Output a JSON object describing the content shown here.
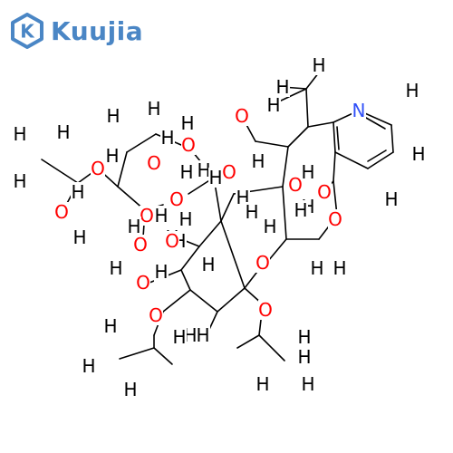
{
  "brand": {
    "name": "Kuujia",
    "mark_letter": "K",
    "color": "#4a86c5"
  },
  "colors": {
    "bond": "#000000",
    "hydrogen": "#000000",
    "oxygen": "#ff0000",
    "nitrogen": "#3050f8",
    "background": "#ffffff"
  },
  "molecule": {
    "atoms": [
      {
        "id": "H1",
        "label": "H",
        "element": "H"
      },
      {
        "id": "H2",
        "label": "H",
        "element": "H"
      },
      {
        "id": "H3",
        "label": "H",
        "element": "H"
      },
      {
        "id": "H4",
        "label": "H",
        "element": "H"
      },
      {
        "id": "N1",
        "label": "N",
        "element": "N"
      },
      {
        "id": "H5",
        "label": "H",
        "element": "H"
      },
      {
        "id": "O1",
        "label": "O",
        "element": "O"
      },
      {
        "id": "H6",
        "label": "H",
        "element": "H"
      },
      {
        "id": "H7",
        "label": "H",
        "element": "H"
      },
      {
        "id": "O2",
        "label": "O",
        "element": "O"
      },
      {
        "id": "H8",
        "label": "H",
        "element": "H"
      },
      {
        "id": "H9",
        "label": "H",
        "element": "H"
      },
      {
        "id": "H10",
        "label": "H",
        "element": "H"
      },
      {
        "id": "H11",
        "label": "H",
        "element": "H"
      },
      {
        "id": "O3",
        "label": "O",
        "element": "O"
      },
      {
        "id": "H12",
        "label": "H",
        "element": "H"
      },
      {
        "id": "O4",
        "label": "O",
        "element": "O"
      },
      {
        "id": "H13",
        "label": "H",
        "element": "H"
      },
      {
        "id": "H14",
        "label": "H",
        "element": "H"
      },
      {
        "id": "O5",
        "label": "O",
        "element": "O"
      },
      {
        "id": "H15",
        "label": "H",
        "element": "H"
      },
      {
        "id": "O6",
        "label": "O",
        "element": "O"
      },
      {
        "id": "H16",
        "label": "H",
        "element": "H"
      },
      {
        "id": "O7",
        "label": "O",
        "element": "O"
      },
      {
        "id": "H17",
        "label": "H",
        "element": "H"
      },
      {
        "id": "H18",
        "label": "H",
        "element": "H"
      },
      {
        "id": "H19",
        "label": "H",
        "element": "H"
      },
      {
        "id": "H20",
        "label": "H",
        "element": "H"
      },
      {
        "id": "O8",
        "label": "O",
        "element": "O"
      },
      {
        "id": "O9",
        "label": "O",
        "element": "O"
      },
      {
        "id": "H21",
        "label": "H",
        "element": "H"
      },
      {
        "id": "O10",
        "label": "O",
        "element": "O"
      },
      {
        "id": "H22",
        "label": "H",
        "element": "H"
      },
      {
        "id": "H23",
        "label": "H",
        "element": "H"
      },
      {
        "id": "H24",
        "label": "H",
        "element": "H"
      },
      {
        "id": "H25",
        "label": "H",
        "element": "H"
      },
      {
        "id": "H26",
        "label": "H",
        "element": "H"
      },
      {
        "id": "O11",
        "label": "O",
        "element": "O"
      },
      {
        "id": "H27",
        "label": "H",
        "element": "H"
      },
      {
        "id": "O12",
        "label": "O",
        "element": "O"
      },
      {
        "id": "H28",
        "label": "H",
        "element": "H"
      },
      {
        "id": "O13",
        "label": "O",
        "element": "O"
      },
      {
        "id": "H29",
        "label": "H",
        "element": "H"
      },
      {
        "id": "H30",
        "label": "H",
        "element": "H"
      },
      {
        "id": "O14",
        "label": "O",
        "element": "O"
      },
      {
        "id": "O15",
        "label": "O",
        "element": "O"
      },
      {
        "id": "H31",
        "label": "H",
        "element": "H"
      },
      {
        "id": "H32",
        "label": "H",
        "element": "H"
      },
      {
        "id": "H33",
        "label": "H",
        "element": "H"
      },
      {
        "id": "O16",
        "label": "O",
        "element": "O"
      },
      {
        "id": "O17",
        "label": "O",
        "element": "O"
      },
      {
        "id": "H34",
        "label": "H",
        "element": "H"
      },
      {
        "id": "H35",
        "label": "H",
        "element": "H"
      },
      {
        "id": "H36",
        "label": "H",
        "element": "H"
      },
      {
        "id": "H37",
        "label": "H",
        "element": "H"
      },
      {
        "id": "H38",
        "label": "H",
        "element": "H"
      },
      {
        "id": "H39",
        "label": "H",
        "element": "H"
      },
      {
        "id": "H40",
        "label": "H",
        "element": "H"
      },
      {
        "id": "H41",
        "label": "H",
        "element": "H"
      },
      {
        "id": "H42",
        "label": "H",
        "element": "H"
      },
      {
        "id": "H43",
        "label": "H",
        "element": "H"
      },
      {
        "id": "H44",
        "label": "H",
        "element": "H"
      },
      {
        "id": "H45",
        "label": "H",
        "element": "H"
      },
      {
        "id": "H46",
        "label": "H",
        "element": "H"
      }
    ]
  }
}
